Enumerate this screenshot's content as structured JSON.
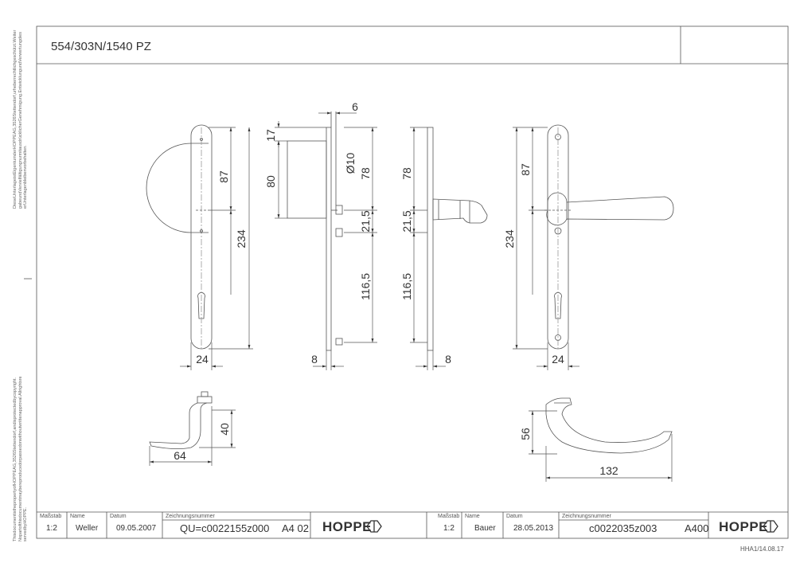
{
  "title": "554/303N/1540 PZ",
  "side_notes": {
    "top": "DieseUnterlageistEigentumderHOPPEAG,3526Stettendorf,urheberrechtlichgeschützt.WeitergabeundVervielfältigungnurmitausdrücklicherGenehmigung.EntwicklungundVerwertungdieserUnterlagenbleibenvorbehalten.",
    "bottom": "ThisdocumentisthepropertyofHOPPEAG,3526Stettendorf,andisprotectedbycopyright.Nopartofthisdocumentmaybereproducedorpassedonwithoutwrittenapproval.AllrightsreservedbyHOPPE."
  },
  "dimensions": {
    "d87_left": "87",
    "d234_left": "234",
    "d24_left": "24",
    "d17": "17",
    "d80": "80",
    "d6": "6",
    "d10": "Ø10",
    "d78_a": "78",
    "d21_a": "21,5",
    "d116_a": "116,5",
    "d8_a": "8",
    "d78_b": "78",
    "d21_b": "21,5",
    "d116_b": "116,5",
    "d8_b": "8",
    "d87_right": "87",
    "d234_right": "234",
    "d24_right": "24",
    "d40": "40",
    "d64": "64",
    "d56": "56",
    "d132": "132"
  },
  "titleblock_left": {
    "scale_label": "Maßstab",
    "scale": "1:2",
    "name_label": "Name",
    "name": "Weller",
    "date_label": "Datum",
    "date": "09.05.2007",
    "number_label": "Zeichnungsnummer",
    "number": "QU=c0022155z000",
    "format": "A4 02",
    "brand": "HOPPE"
  },
  "titleblock_right": {
    "scale_label": "Maßstab",
    "scale": "1:2",
    "name_label": "Name",
    "name": "Bauer",
    "date_label": "Datum",
    "date": "28.05.2013",
    "number_label": "Zeichnungsnummer",
    "number": "c0022035z003",
    "format": "A400",
    "brand": "HOPPE"
  },
  "footer_code": "HHA1/14.08.17"
}
